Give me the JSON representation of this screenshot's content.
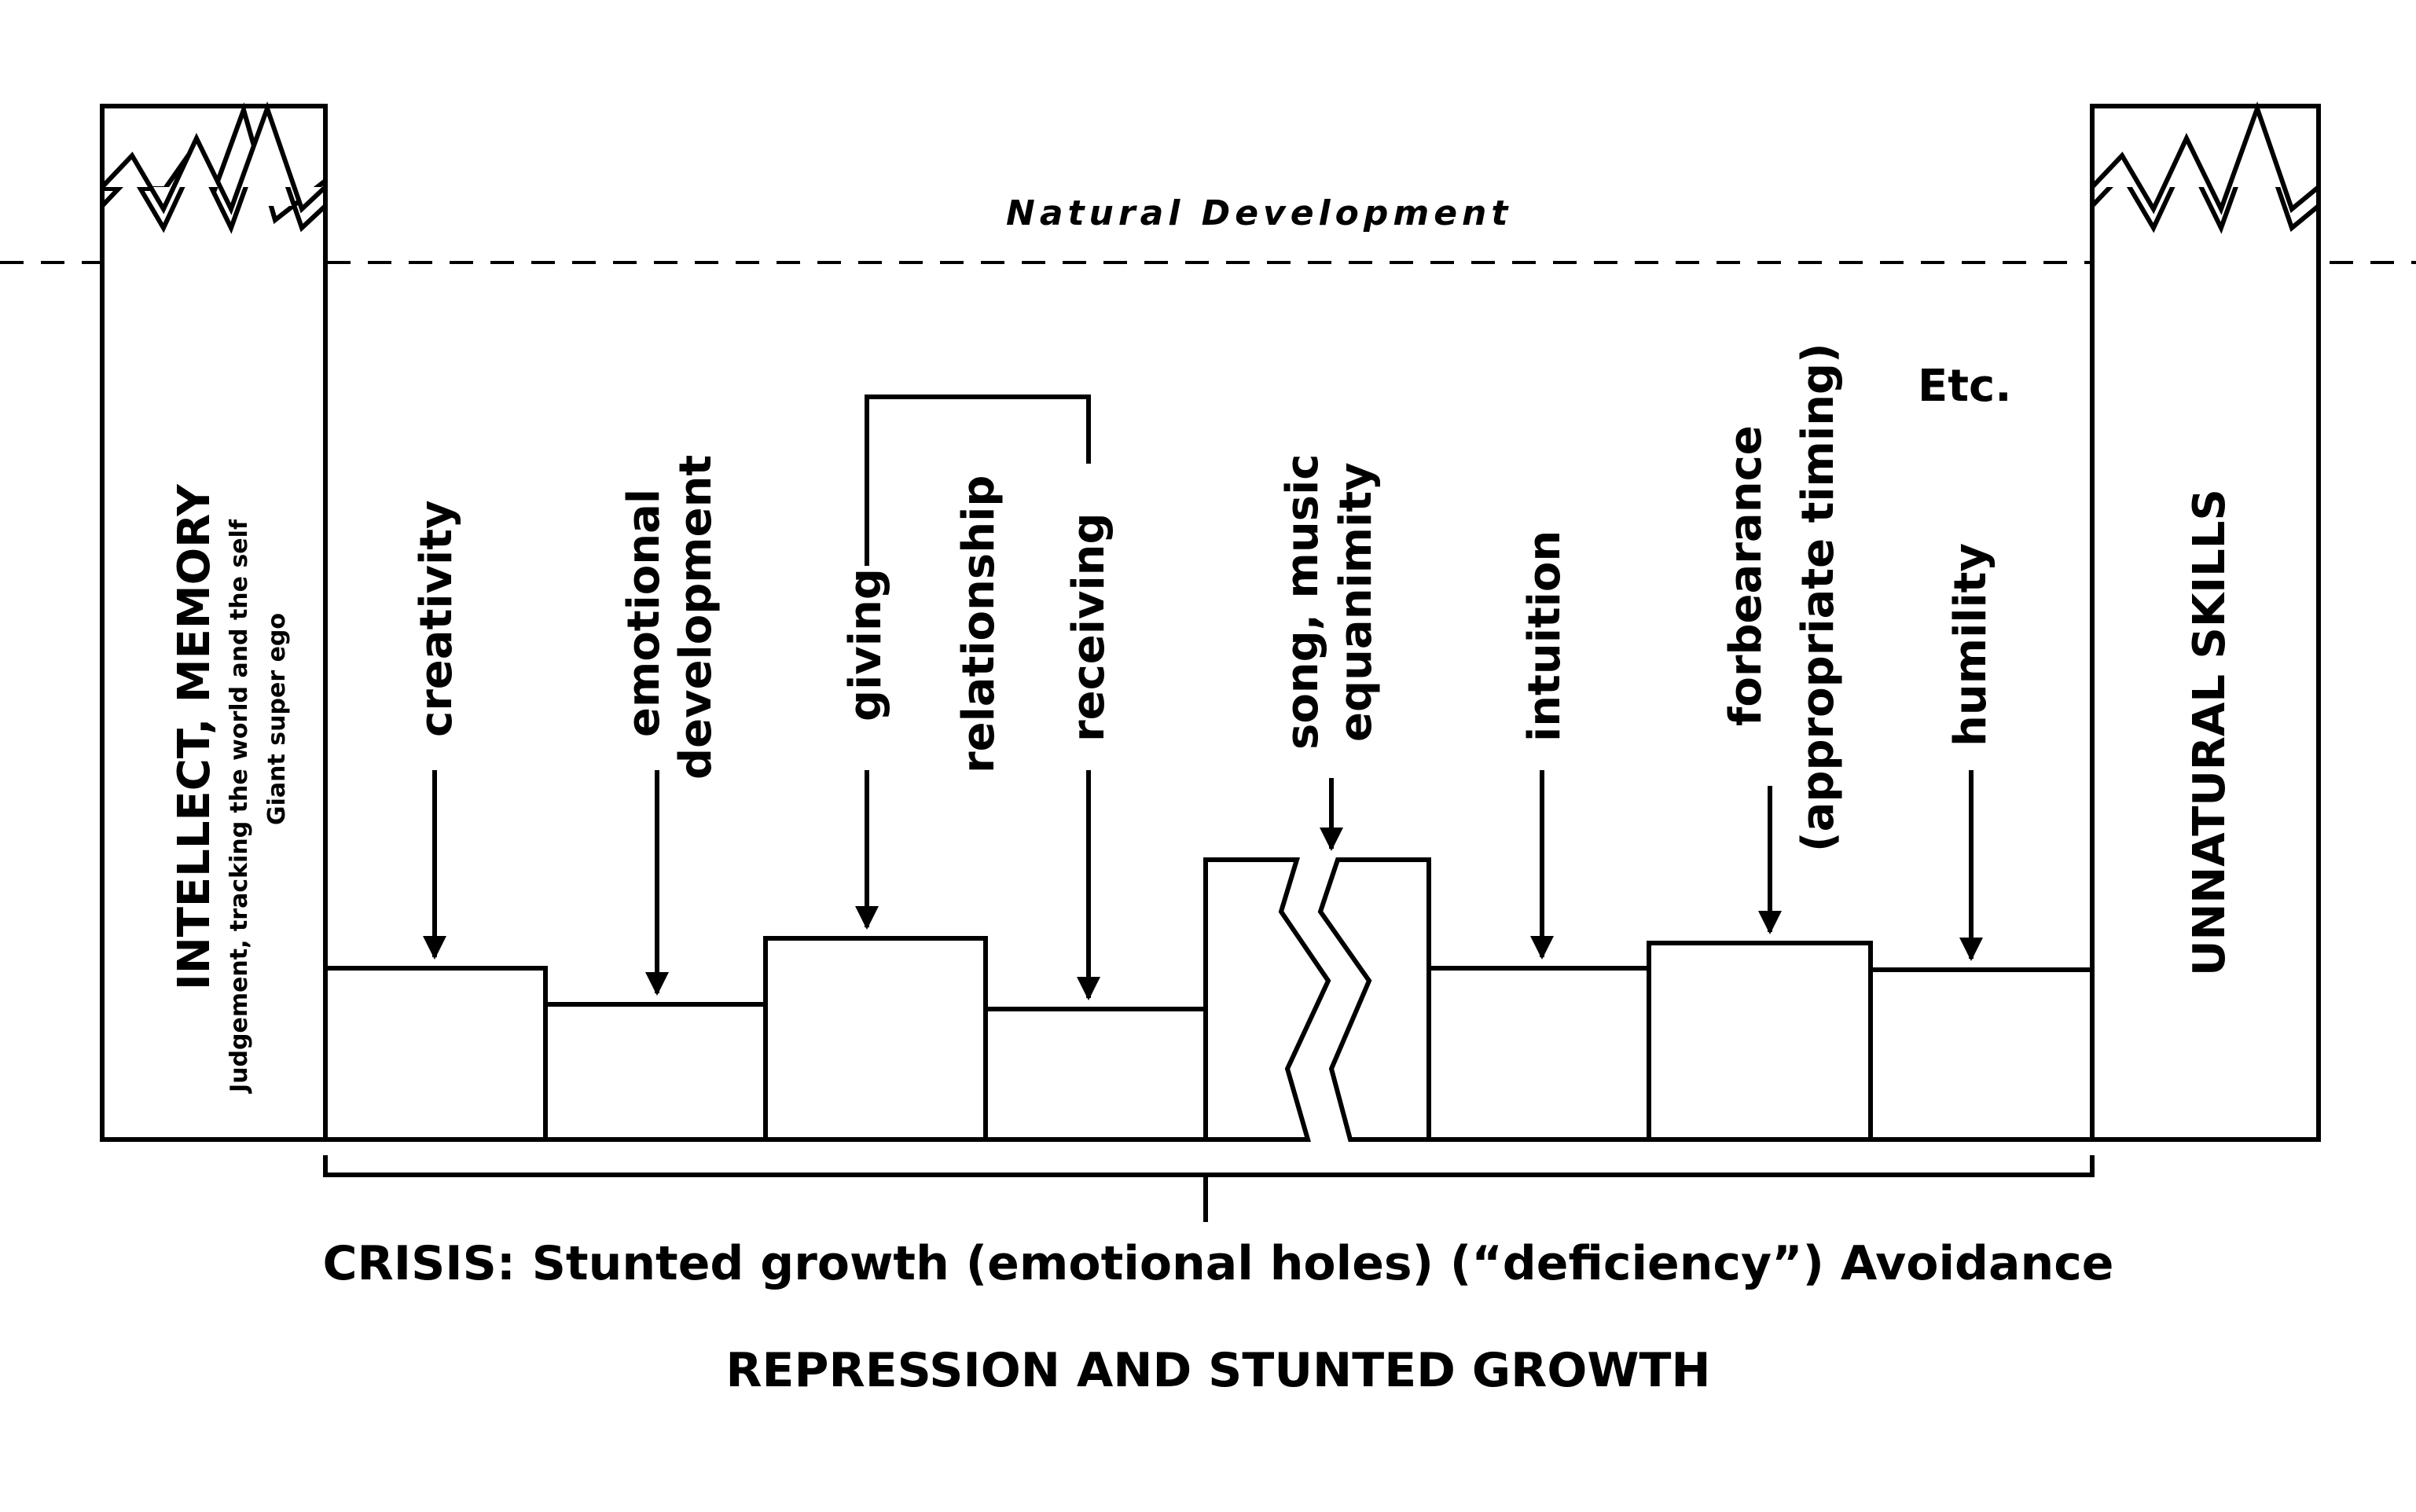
{
  "natural_development": "Natural Development",
  "left_column": {
    "title": "INTELLECT, MEMORY",
    "subtitle_line1": "Judgement, tracking the world and the self",
    "subtitle_line2": "Giant super ego"
  },
  "right_column": {
    "title": "UNNATURAL SKILLS"
  },
  "labels": {
    "creativity": "creativity",
    "emotional_1": "emotional",
    "emotional_2": "development",
    "giving": "giving",
    "relationship": "relationship",
    "receiving": "receiving",
    "song_1": "song, music",
    "song_2": "equanimity",
    "intuition": "intuition",
    "forbearance_1": "forbearance",
    "forbearance_2": "(appropriate timing)",
    "humility": "humility",
    "etc": "Etc."
  },
  "crisis_caption": "CRISIS: Stunted growth (emotional holes) (“deficiency”) Avoidance",
  "repression_caption": "REPRESSION AND STUNTED GROWTH"
}
